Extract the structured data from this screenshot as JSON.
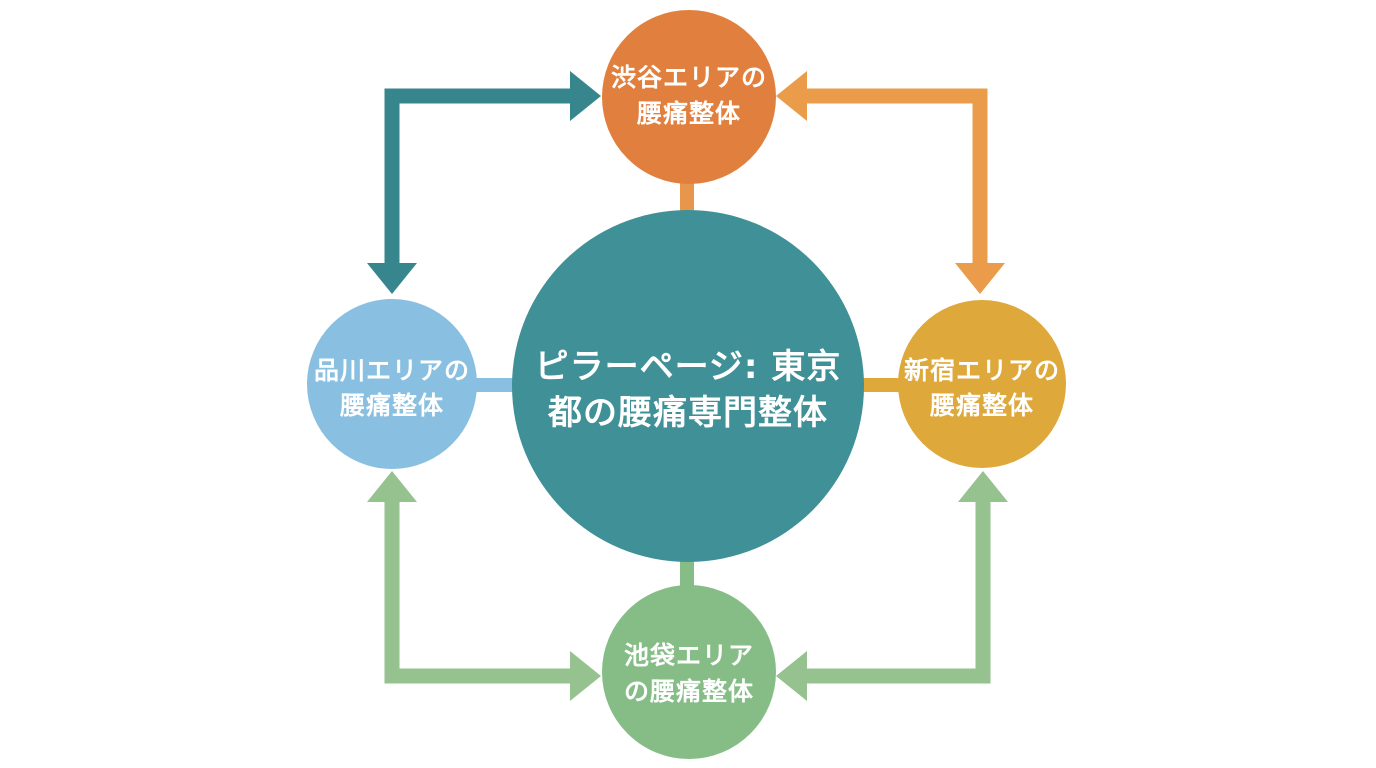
{
  "diagram": {
    "type": "hub-and-spoke",
    "background_color": "#ffffff",
    "text_color": "#ffffff",
    "center_node": {
      "label": "ピラーページ: 東京都の腰痛専門整体",
      "label_line1": "ピラーページ: 東京",
      "label_line2": "都の腰痛専門整体",
      "color": "#409097"
    },
    "satellite_nodes": [
      {
        "position": "top",
        "label": "渋谷エリアの腰痛整体",
        "label_line1": "渋谷エリアの",
        "label_line2": "腰痛整体",
        "color": "#E1803E"
      },
      {
        "position": "right",
        "label": "新宿エリアの腰痛整体",
        "label_line1": "新宿エリアの",
        "label_line2": "腰痛整体",
        "color": "#DFA83A"
      },
      {
        "position": "bottom",
        "label": "池袋エリアの腰痛整体",
        "label_line1": "池袋エリア",
        "label_line2": "の腰痛整体",
        "color": "#86BD86"
      },
      {
        "position": "left",
        "label": "品川エリアの腰痛整体",
        "label_line1": "品川エリアの",
        "label_line2": "腰痛整体",
        "color": "#89BFE1"
      }
    ],
    "connectors": {
      "top_left_color": "#37868E",
      "top_right_color": "#EA9C4B",
      "bottom_left_color": "#95C28E",
      "bottom_right_color": "#95C28E",
      "stub_top_color": "#E8964B",
      "stub_left_color": "#89BFE1",
      "stub_right_color": "#DFA83A",
      "stub_bottom_color": "#86BD86"
    }
  }
}
